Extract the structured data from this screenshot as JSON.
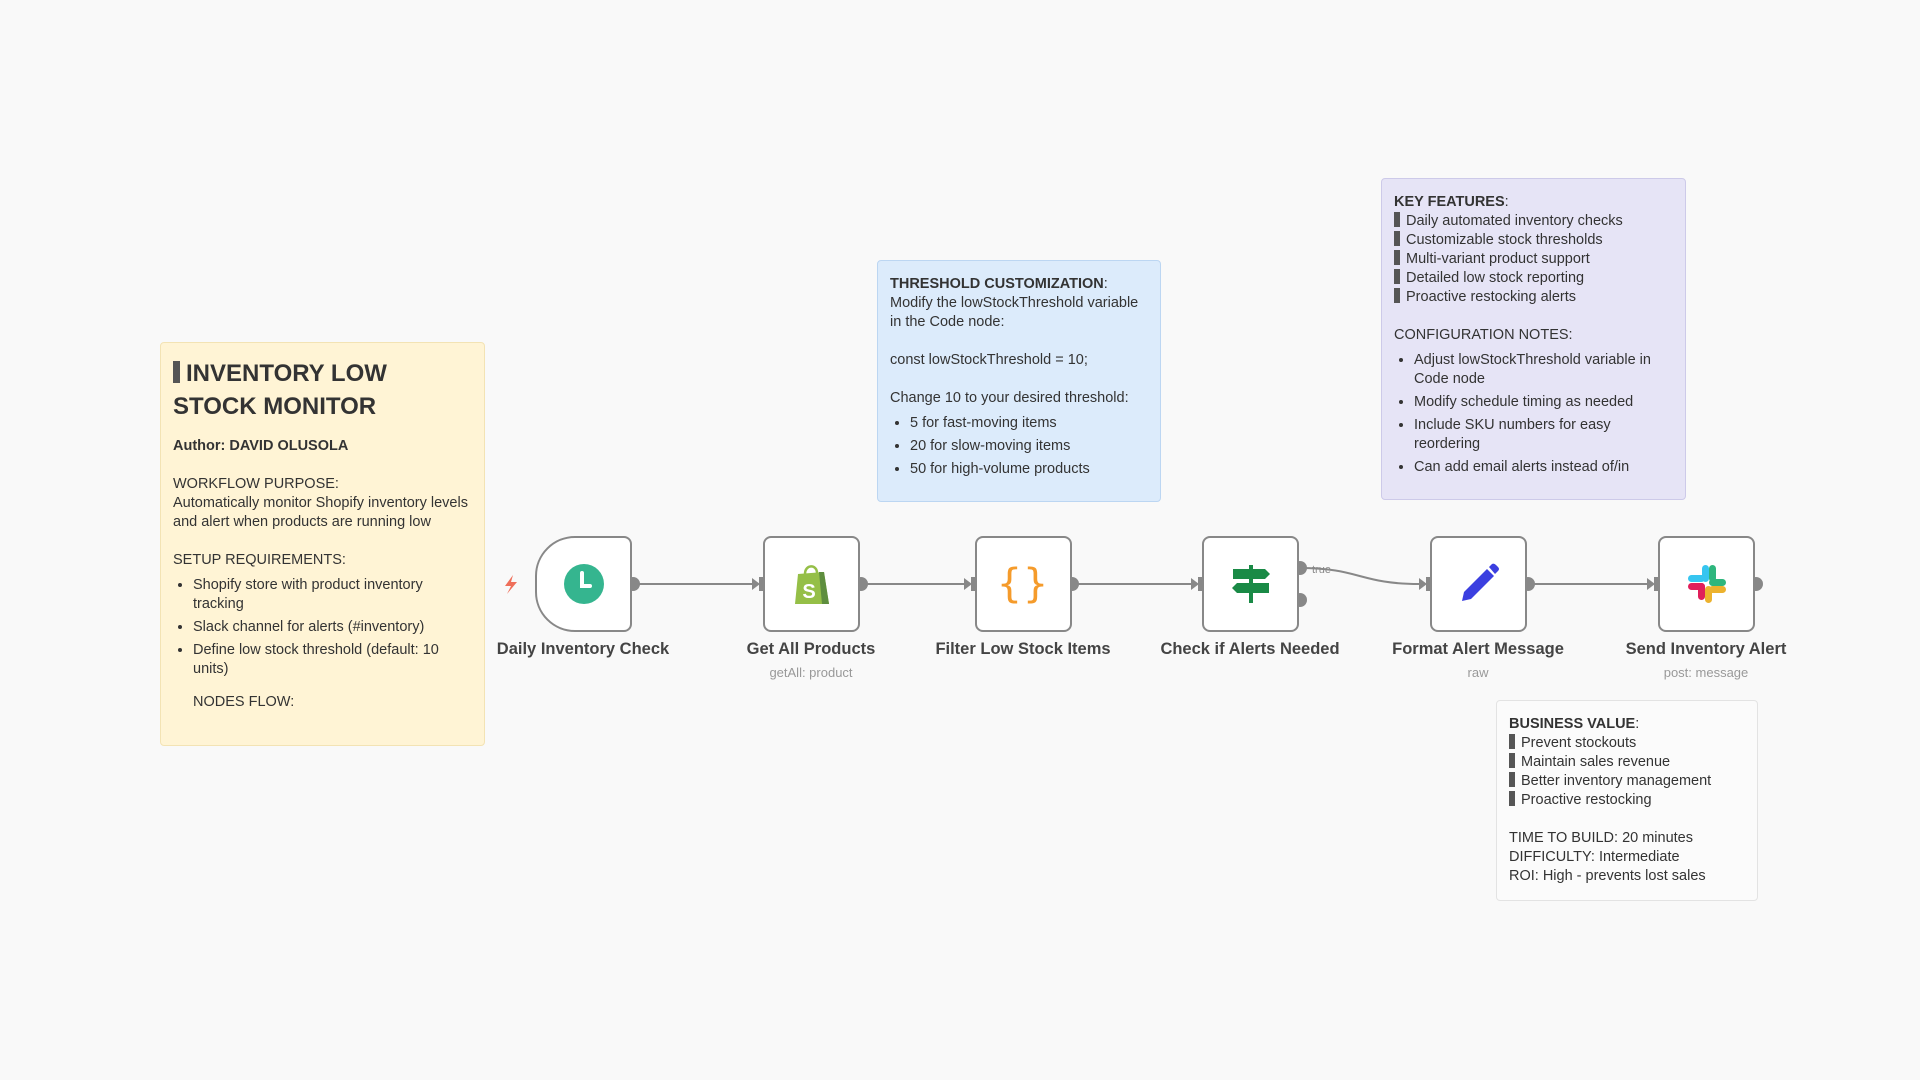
{
  "notes": {
    "main": {
      "title": "INVENTORY LOW STOCK MONITOR",
      "author": "Author: DAVID OLUSOLA",
      "purpose_h": "WORKFLOW PURPOSE:",
      "purpose": "Automatically monitor Shopify inventory levels and alert when products are running low",
      "setup_h": "SETUP REQUIREMENTS:",
      "setup": [
        "Shopify store with product inventory tracking",
        "Slack channel for alerts (#inventory)",
        "Define low stock threshold (default: 10 units)"
      ],
      "nodes_flow": "NODES FLOW:"
    },
    "threshold": {
      "title": "THRESHOLD CUSTOMIZATION",
      "colon": ":",
      "intro": "Modify the lowStockThreshold variable in the Code node:",
      "code": "const lowStockThreshold = 10;",
      "change": "Change 10 to your desired threshold:",
      "items": [
        "5 for fast-moving items",
        "20 for slow-moving items",
        "50 for high-volume products"
      ]
    },
    "features": {
      "title": "KEY FEATURES",
      "colon": ":",
      "items": [
        "Daily automated inventory checks",
        "Customizable stock thresholds",
        "Multi-variant product support",
        "Detailed low stock reporting",
        "Proactive restocking alerts"
      ],
      "config_h": "CONFIGURATION NOTES:",
      "config": [
        "Adjust lowStockThreshold variable in Code node",
        "Modify schedule timing as needed",
        "Include SKU numbers for easy reordering",
        "Can add email alerts instead of/in"
      ]
    },
    "business": {
      "title": "BUSINESS VALUE",
      "colon": ":",
      "items": [
        "Prevent stockouts",
        "Maintain sales revenue",
        "Better inventory management",
        "Proactive restocking"
      ],
      "time": "TIME TO BUILD: 20 minutes",
      "difficulty": "DIFFICULTY: Intermediate",
      "roi": "ROI: High - prevents lost sales"
    }
  },
  "nodes": [
    {
      "label": "Daily Inventory Check",
      "sub": "",
      "icon": "clock-icon",
      "color": "#35b58f"
    },
    {
      "label": "Get All Products",
      "sub": "getAll: product",
      "icon": "shopify-icon",
      "color": "#95bf47"
    },
    {
      "label": "Filter Low Stock Items",
      "sub": "",
      "icon": "code-braces-icon",
      "color": "#f59b2b"
    },
    {
      "label": "Check if Alerts Needed",
      "sub": "",
      "icon": "signpost-icon",
      "color": "#1a8a46"
    },
    {
      "label": "Format Alert Message",
      "sub": "raw",
      "icon": "pencil-icon",
      "color": "#3b3fe0"
    },
    {
      "label": "Send Inventory Alert",
      "sub": "post: message",
      "icon": "slack-icon",
      "color": "#e01e5a"
    }
  ],
  "edge_label_true": "true",
  "braces": "{}"
}
